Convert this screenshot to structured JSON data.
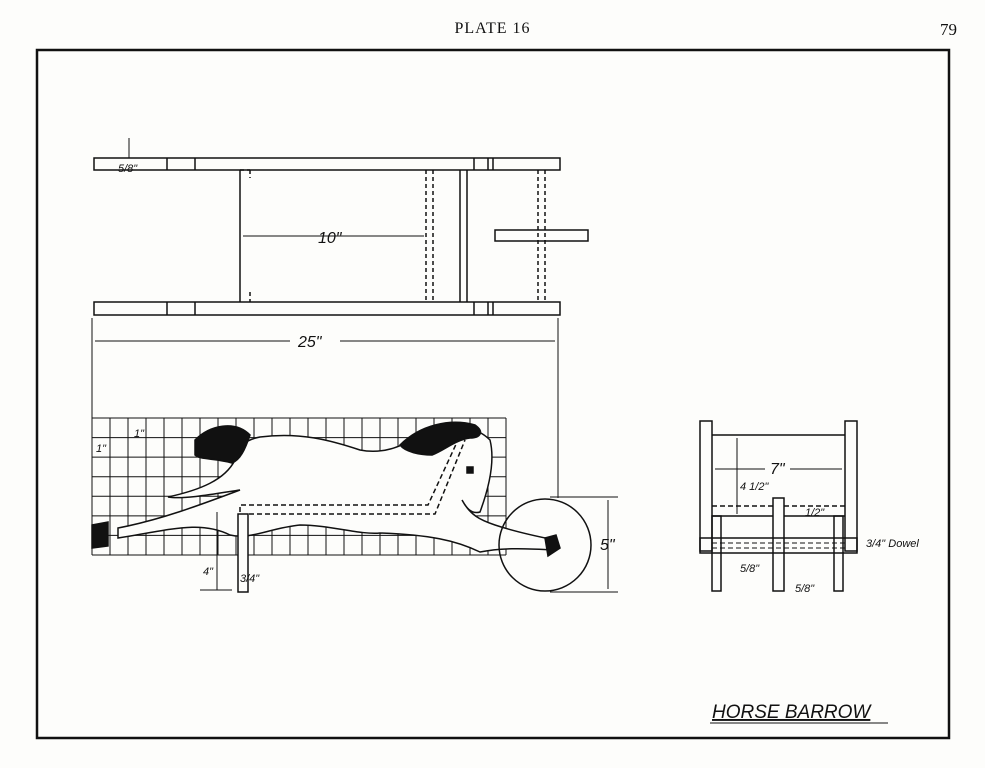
{
  "header": {
    "plate": "PLATE 16",
    "page_number": "79"
  },
  "title": "HORSE BARROW",
  "dimensions": {
    "top_thickness": "5/8\"",
    "inner_length": "10\"",
    "overall_length": "25\"",
    "grid_vertical": "1\"",
    "grid_horizontal": "1\"",
    "leg_height": "4\"",
    "leg_width": "3/4\"",
    "wheel_diameter": "5\"",
    "end_width": "7\"",
    "end_height": "4 1/2\"",
    "rail_gap": "1/2\"",
    "axle_offset": "5/8\"",
    "wheel_thickness": "5/8\"",
    "dowel": "3/4\" Dowel"
  }
}
